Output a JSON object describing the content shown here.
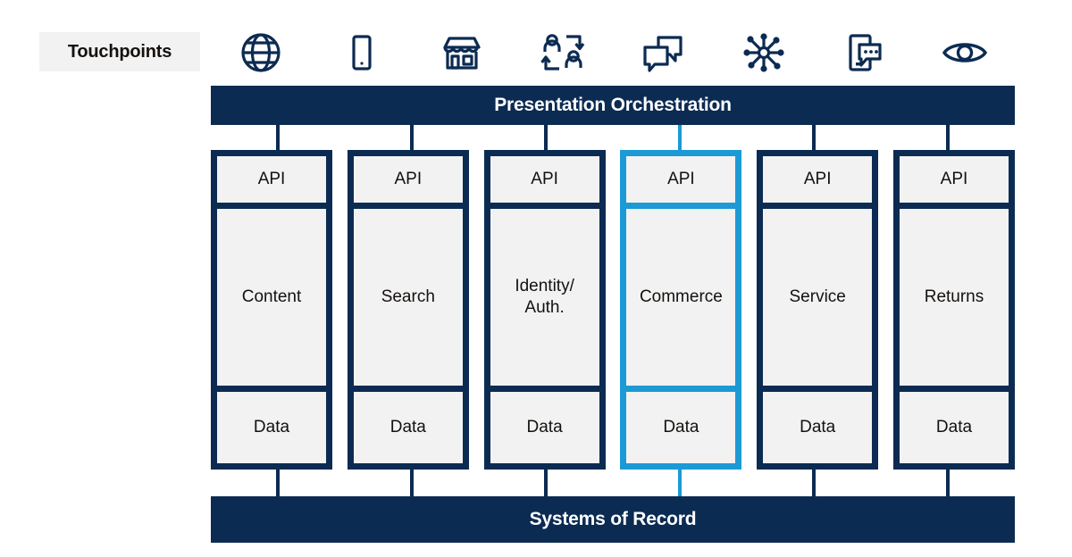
{
  "touchpoints": {
    "label": "Touchpoints",
    "icons": [
      {
        "name": "globe-icon",
        "title": "Web"
      },
      {
        "name": "mobile-phone-icon",
        "title": "Mobile"
      },
      {
        "name": "storefront-icon",
        "title": "Store"
      },
      {
        "name": "people-exchange-icon",
        "title": "Referral"
      },
      {
        "name": "chat-bubbles-icon",
        "title": "Chat"
      },
      {
        "name": "network-hub-icon",
        "title": "Social"
      },
      {
        "name": "phone-message-icon",
        "title": "Messaging"
      },
      {
        "name": "eye-icon",
        "title": "Visual"
      }
    ]
  },
  "bars": {
    "top": "Presentation Orchestration",
    "bottom": "Systems of Record"
  },
  "columns": [
    {
      "api": "API",
      "name": "Content",
      "name_lines": [
        "Content"
      ],
      "data": "Data",
      "highlighted": false
    },
    {
      "api": "API",
      "name": "Search",
      "name_lines": [
        "Search"
      ],
      "data": "Data",
      "highlighted": false
    },
    {
      "api": "API",
      "name": "Identity/ Auth.",
      "name_lines": [
        "Identity/",
        "Auth."
      ],
      "data": "Data",
      "highlighted": false
    },
    {
      "api": "API",
      "name": "Commerce",
      "name_lines": [
        "Commerce"
      ],
      "data": "Data",
      "highlighted": true
    },
    {
      "api": "API",
      "name": "Service",
      "name_lines": [
        "Service"
      ],
      "data": "Data",
      "highlighted": false
    },
    {
      "api": "API",
      "name": "Returns",
      "name_lines": [
        "Returns"
      ],
      "data": "Data",
      "highlighted": false
    }
  ],
  "colors": {
    "navy": "#0c2b52",
    "accent_blue": "#1b9ad6",
    "cell_gray": "#f2f2f2",
    "text_dark": "#14110f",
    "background": "#ffffff"
  }
}
